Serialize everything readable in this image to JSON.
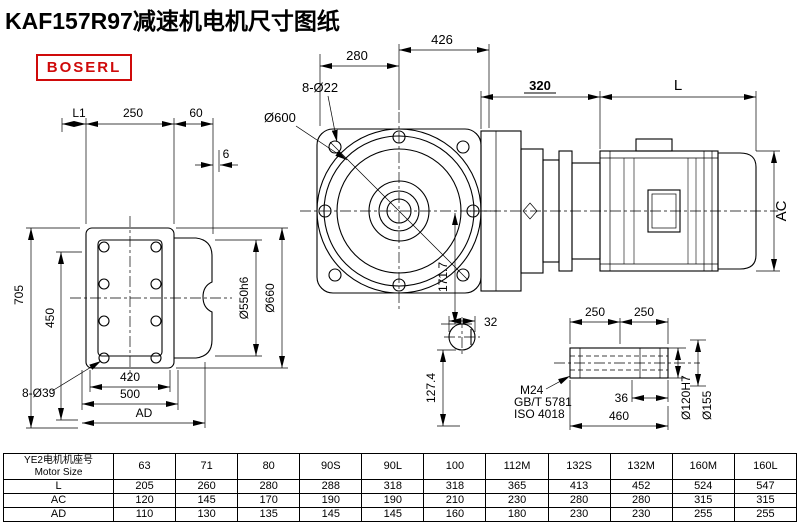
{
  "title": "KAF157R97减速机电机尺寸图纸",
  "logo": "BOSERL",
  "dims": {
    "d280": "280",
    "d426": "426",
    "bolt8d22": "8-Ø22",
    "d600": "Ø600",
    "d320": "320",
    "dL": "L",
    "dAC": "AC",
    "dL1": "L1",
    "d250": "250",
    "d60": "60",
    "d6": "6",
    "d705": "705",
    "d450": "450",
    "d550h6": "Ø550h6",
    "d660": "Ø660",
    "bolt8d39": "8-Ø39",
    "d420": "420",
    "d500": "500",
    "dAD": "AD",
    "d171_7": "171.7",
    "d32": "32",
    "d127_4": "127.4",
    "d250a": "250",
    "d250b": "250",
    "m24": "M24",
    "gbt5781": "GB/T 5781",
    "iso4018": "ISO 4018",
    "d36": "36",
    "d460": "460",
    "d120h7": "Ø120H7",
    "d155": "Ø155"
  },
  "table": {
    "header_cn": "YE2电机机座号",
    "header_en": "Motor Size",
    "sizes": [
      "63",
      "71",
      "80",
      "90S",
      "90L",
      "100",
      "112M",
      "132S",
      "132M",
      "160M",
      "160L"
    ],
    "rows": [
      {
        "label": "L",
        "values": [
          "205",
          "260",
          "280",
          "288",
          "318",
          "318",
          "365",
          "413",
          "452",
          "524",
          "547"
        ]
      },
      {
        "label": "AC",
        "values": [
          "120",
          "145",
          "170",
          "190",
          "190",
          "210",
          "230",
          "280",
          "280",
          "315",
          "315"
        ]
      },
      {
        "label": "AD",
        "values": [
          "110",
          "130",
          "135",
          "145",
          "145",
          "160",
          "180",
          "230",
          "230",
          "255",
          "255"
        ]
      }
    ]
  }
}
